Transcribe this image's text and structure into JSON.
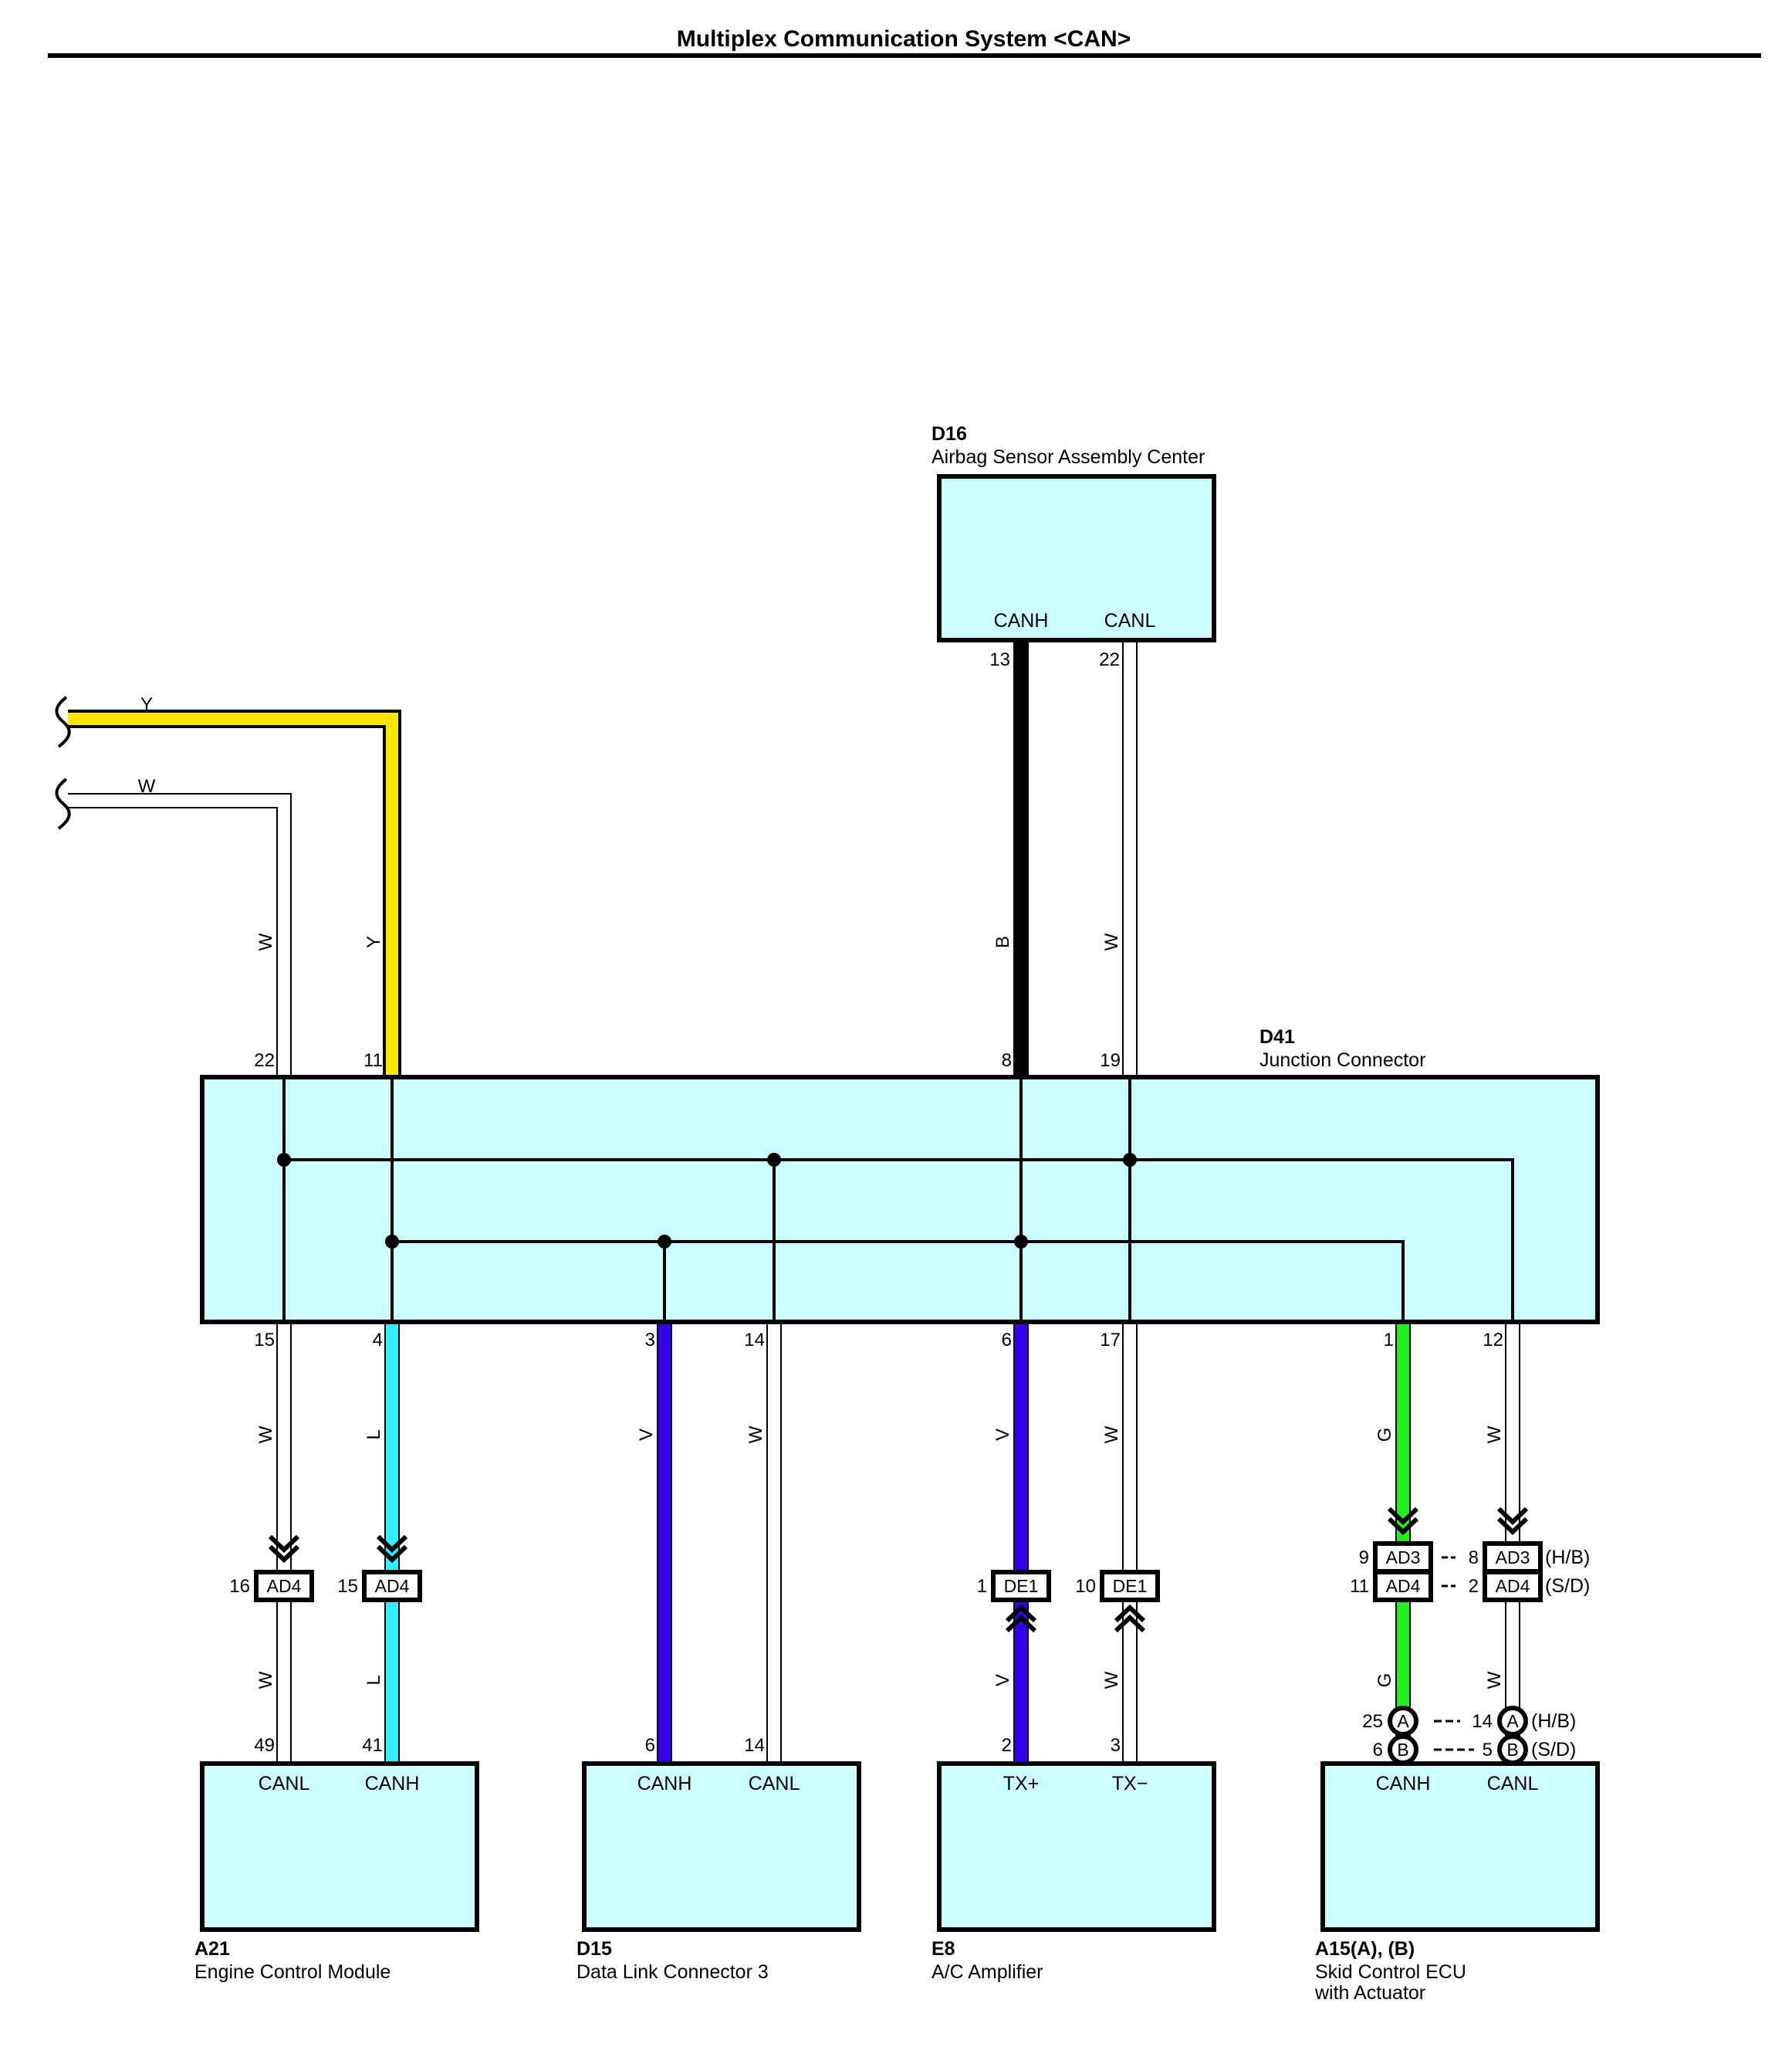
{
  "title": "Multiplex Communication System <CAN>",
  "colors": {
    "box_fill": "#ccffff",
    "Y": "#ffe600",
    "W": "#ffffff",
    "B": "#000000",
    "L": "#33eeff",
    "V": "#3300ee",
    "G": "#22ee22",
    "outline": "#000000"
  },
  "components": {
    "d16": {
      "code": "D16",
      "name": "Airbag Sensor Assembly Center",
      "canh": "CANH",
      "canl": "CANL",
      "pin_h": "13",
      "pin_l": "22"
    },
    "d41": {
      "code": "D41",
      "name": "Junction Connector",
      "pins_top": {
        "p22": "22",
        "p11": "11",
        "p8": "8",
        "p19": "19"
      },
      "pins_bottom": {
        "p15": "15",
        "p4": "4",
        "p3": "3",
        "p14": "14",
        "p6": "6",
        "p17": "17",
        "p1": "1",
        "p12": "12"
      }
    },
    "a21": {
      "code": "A21",
      "name": "Engine Control Module",
      "sig1": "CANL",
      "sig2": "CANH",
      "pin1": "49",
      "pin2": "41"
    },
    "d15": {
      "code": "D15",
      "name": "Data Link Connector 3",
      "sig1": "CANH",
      "sig2": "CANL",
      "pin1": "6",
      "pin2": "14"
    },
    "e8": {
      "code": "E8",
      "name": "A/C Amplifier",
      "sig1": "TX+",
      "sig2": "TX−",
      "pin1": "2",
      "pin2": "3"
    },
    "a15": {
      "code": "A15(A), (B)",
      "name_line1": "Skid Control ECU",
      "name_line2": "with Actuator",
      "sig1": "CANH",
      "sig2": "CANL"
    }
  },
  "external_wires": {
    "y": "Y",
    "w": "W"
  },
  "wire_colors": {
    "w22": "W",
    "y11": "Y",
    "b8": "B",
    "w19": "W",
    "w15": "W",
    "l4": "L",
    "v3": "V",
    "w14": "W",
    "v6": "V",
    "w17": "W",
    "g1": "G",
    "w12": "W",
    "w15b": "W",
    "l4b": "L",
    "v6b": "V",
    "w17b": "W",
    "g1b": "G",
    "w12b": "W"
  },
  "connectors": {
    "ad4_a": {
      "label": "AD4",
      "pin": "16"
    },
    "ad4_b": {
      "label": "AD4",
      "pin": "15"
    },
    "de1_a": {
      "label": "DE1",
      "pin": "1"
    },
    "de1_b": {
      "label": "DE1",
      "pin": "10"
    },
    "a15_conn": {
      "ad3_g": "AD3",
      "ad4_g": "AD4",
      "ad3_w": "AD3",
      "ad4_w": "AD4",
      "pin_g_hb": "9",
      "pin_g_sd": "11",
      "pin_w_hb": "8",
      "pin_w_sd": "2",
      "var_hb": "(H/B)",
      "var_sd": "(S/D)"
    },
    "a15_pins": {
      "circle_a": "A",
      "circle_b": "B",
      "g_hb": "25",
      "g_sd": "6",
      "w_hb": "14",
      "w_sd": "5",
      "var_hb": "(H/B)",
      "var_sd": "(S/D)"
    }
  }
}
